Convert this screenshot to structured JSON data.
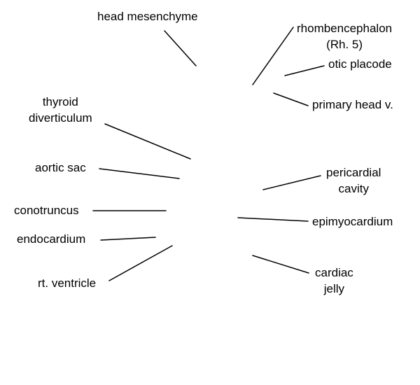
{
  "labels": {
    "head_mesenchyme": "head mesenchyme",
    "rhombencephalon": [
      "rhombencephalon",
      "(Rh. 5)"
    ],
    "otic_placode": "otic placode",
    "primary_head_vein": "primary head v.",
    "thyroid_diverticulum": [
      "thyroid",
      "diverticulum"
    ],
    "aortic_sac": "aortic sac",
    "pericardial_cavity": [
      "pericardial",
      "cavity"
    ],
    "conotruncus": "conotruncus",
    "epimyocardium": "epimyocardium",
    "endocardium": "endocardium",
    "cardiac_jelly": [
      "cardiac",
      "jelly"
    ],
    "rt_ventricle": "rt. ventricle"
  }
}
